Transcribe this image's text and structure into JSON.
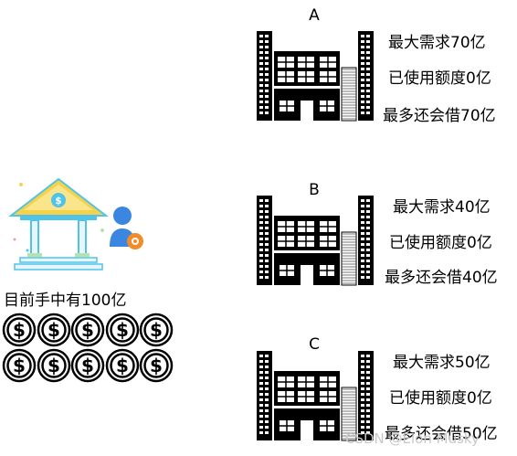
{
  "bank": {
    "caption": "目前手中有100亿",
    "coin_symbol": "$",
    "coins": 10,
    "colors": {
      "roof": "#f5d24a",
      "pillar": "#4fc3e8",
      "base": "#4fc3e8",
      "person": "#3a86e0",
      "gear": "#f28c28",
      "badge": "#4fc3e8"
    }
  },
  "borrowers": [
    {
      "label": "A",
      "max_need": "最大需求70亿",
      "used": "已使用额度0亿",
      "max_return": "最多还会借70亿"
    },
    {
      "label": "B",
      "max_need": "最大需求40亿",
      "used": "已使用额度0亿",
      "max_return": "最多还会借40亿"
    },
    {
      "label": "C",
      "max_need": "最大需求50亿",
      "used": "已使用额度0亿",
      "max_return": "最多还会借50亿"
    }
  ],
  "watermark": "CSDN @Elon Musky"
}
